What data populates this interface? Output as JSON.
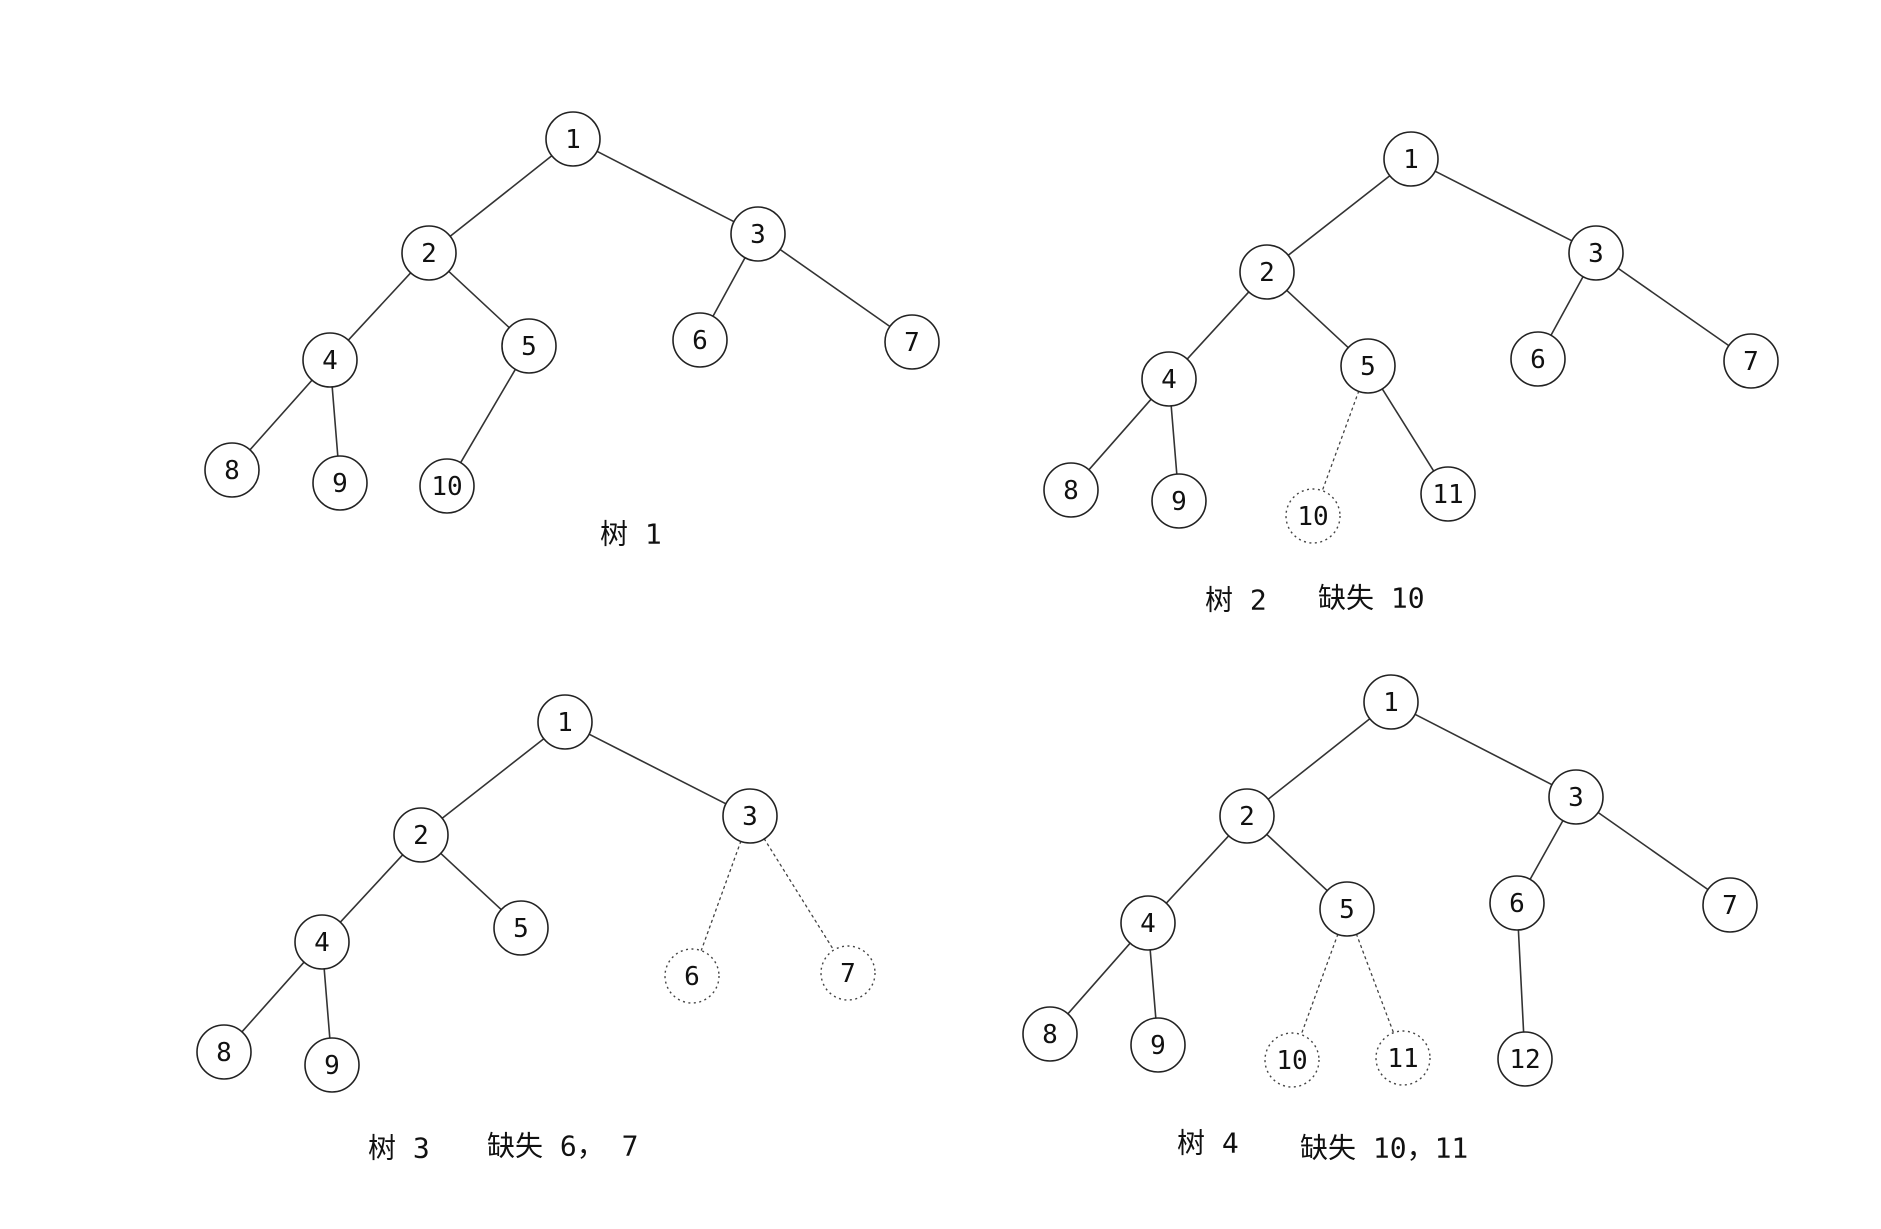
{
  "trees": [
    {
      "caption": "树 1",
      "note": "",
      "nodes": [
        {
          "id": "1",
          "label": "1",
          "dashed": false
        },
        {
          "id": "2",
          "label": "2",
          "dashed": false
        },
        {
          "id": "3",
          "label": "3",
          "dashed": false
        },
        {
          "id": "4",
          "label": "4",
          "dashed": false
        },
        {
          "id": "5",
          "label": "5",
          "dashed": false
        },
        {
          "id": "6",
          "label": "6",
          "dashed": false
        },
        {
          "id": "7",
          "label": "7",
          "dashed": false
        },
        {
          "id": "8",
          "label": "8",
          "dashed": false
        },
        {
          "id": "9",
          "label": "9",
          "dashed": false
        },
        {
          "id": "10",
          "label": "10",
          "dashed": false
        }
      ],
      "edges": [
        {
          "from": "1",
          "to": "2",
          "dashed": false
        },
        {
          "from": "1",
          "to": "3",
          "dashed": false
        },
        {
          "from": "2",
          "to": "4",
          "dashed": false
        },
        {
          "from": "2",
          "to": "5",
          "dashed": false
        },
        {
          "from": "3",
          "to": "6",
          "dashed": false
        },
        {
          "from": "3",
          "to": "7",
          "dashed": false
        },
        {
          "from": "4",
          "to": "8",
          "dashed": false
        },
        {
          "from": "4",
          "to": "9",
          "dashed": false
        },
        {
          "from": "5",
          "to": "10",
          "dashed": false
        }
      ]
    },
    {
      "caption": "树 2",
      "note": "缺失 10",
      "nodes": [
        {
          "id": "1",
          "label": "1",
          "dashed": false
        },
        {
          "id": "2",
          "label": "2",
          "dashed": false
        },
        {
          "id": "3",
          "label": "3",
          "dashed": false
        },
        {
          "id": "4",
          "label": "4",
          "dashed": false
        },
        {
          "id": "5",
          "label": "5",
          "dashed": false
        },
        {
          "id": "6",
          "label": "6",
          "dashed": false
        },
        {
          "id": "7",
          "label": "7",
          "dashed": false
        },
        {
          "id": "8",
          "label": "8",
          "dashed": false
        },
        {
          "id": "9",
          "label": "9",
          "dashed": false
        },
        {
          "id": "10",
          "label": "10",
          "dashed": true
        },
        {
          "id": "11",
          "label": "11",
          "dashed": false
        }
      ],
      "edges": [
        {
          "from": "1",
          "to": "2",
          "dashed": false
        },
        {
          "from": "1",
          "to": "3",
          "dashed": false
        },
        {
          "from": "2",
          "to": "4",
          "dashed": false
        },
        {
          "from": "2",
          "to": "5",
          "dashed": false
        },
        {
          "from": "3",
          "to": "6",
          "dashed": false
        },
        {
          "from": "3",
          "to": "7",
          "dashed": false
        },
        {
          "from": "4",
          "to": "8",
          "dashed": false
        },
        {
          "from": "4",
          "to": "9",
          "dashed": false
        },
        {
          "from": "5",
          "to": "10",
          "dashed": true
        },
        {
          "from": "5",
          "to": "11",
          "dashed": false
        }
      ]
    },
    {
      "caption": "树 3",
      "note": "缺失 6， 7",
      "nodes": [
        {
          "id": "1",
          "label": "1",
          "dashed": false
        },
        {
          "id": "2",
          "label": "2",
          "dashed": false
        },
        {
          "id": "3",
          "label": "3",
          "dashed": false
        },
        {
          "id": "4",
          "label": "4",
          "dashed": false
        },
        {
          "id": "5",
          "label": "5",
          "dashed": false
        },
        {
          "id": "6",
          "label": "6",
          "dashed": true
        },
        {
          "id": "7",
          "label": "7",
          "dashed": true
        },
        {
          "id": "8",
          "label": "8",
          "dashed": false
        },
        {
          "id": "9",
          "label": "9",
          "dashed": false
        }
      ],
      "edges": [
        {
          "from": "1",
          "to": "2",
          "dashed": false
        },
        {
          "from": "1",
          "to": "3",
          "dashed": false
        },
        {
          "from": "2",
          "to": "4",
          "dashed": false
        },
        {
          "from": "2",
          "to": "5",
          "dashed": false
        },
        {
          "from": "3",
          "to": "6",
          "dashed": true
        },
        {
          "from": "3",
          "to": "7",
          "dashed": true
        },
        {
          "from": "4",
          "to": "8",
          "dashed": false
        },
        {
          "from": "4",
          "to": "9",
          "dashed": false
        }
      ]
    },
    {
      "caption": "树 4",
      "note": "缺失 10，11",
      "nodes": [
        {
          "id": "1",
          "label": "1",
          "dashed": false
        },
        {
          "id": "2",
          "label": "2",
          "dashed": false
        },
        {
          "id": "3",
          "label": "3",
          "dashed": false
        },
        {
          "id": "4",
          "label": "4",
          "dashed": false
        },
        {
          "id": "5",
          "label": "5",
          "dashed": false
        },
        {
          "id": "6",
          "label": "6",
          "dashed": false
        },
        {
          "id": "7",
          "label": "7",
          "dashed": false
        },
        {
          "id": "8",
          "label": "8",
          "dashed": false
        },
        {
          "id": "9",
          "label": "9",
          "dashed": false
        },
        {
          "id": "10",
          "label": "10",
          "dashed": true
        },
        {
          "id": "11",
          "label": "11",
          "dashed": true
        },
        {
          "id": "12",
          "label": "12",
          "dashed": false
        }
      ],
      "edges": [
        {
          "from": "1",
          "to": "2",
          "dashed": false
        },
        {
          "from": "1",
          "to": "3",
          "dashed": false
        },
        {
          "from": "2",
          "to": "4",
          "dashed": false
        },
        {
          "from": "2",
          "to": "5",
          "dashed": false
        },
        {
          "from": "3",
          "to": "6",
          "dashed": false
        },
        {
          "from": "3",
          "to": "7",
          "dashed": false
        },
        {
          "from": "4",
          "to": "8",
          "dashed": false
        },
        {
          "from": "4",
          "to": "9",
          "dashed": false
        },
        {
          "from": "5",
          "to": "10",
          "dashed": true
        },
        {
          "from": "5",
          "to": "11",
          "dashed": true
        },
        {
          "from": "6",
          "to": "12",
          "dashed": false
        }
      ]
    }
  ]
}
